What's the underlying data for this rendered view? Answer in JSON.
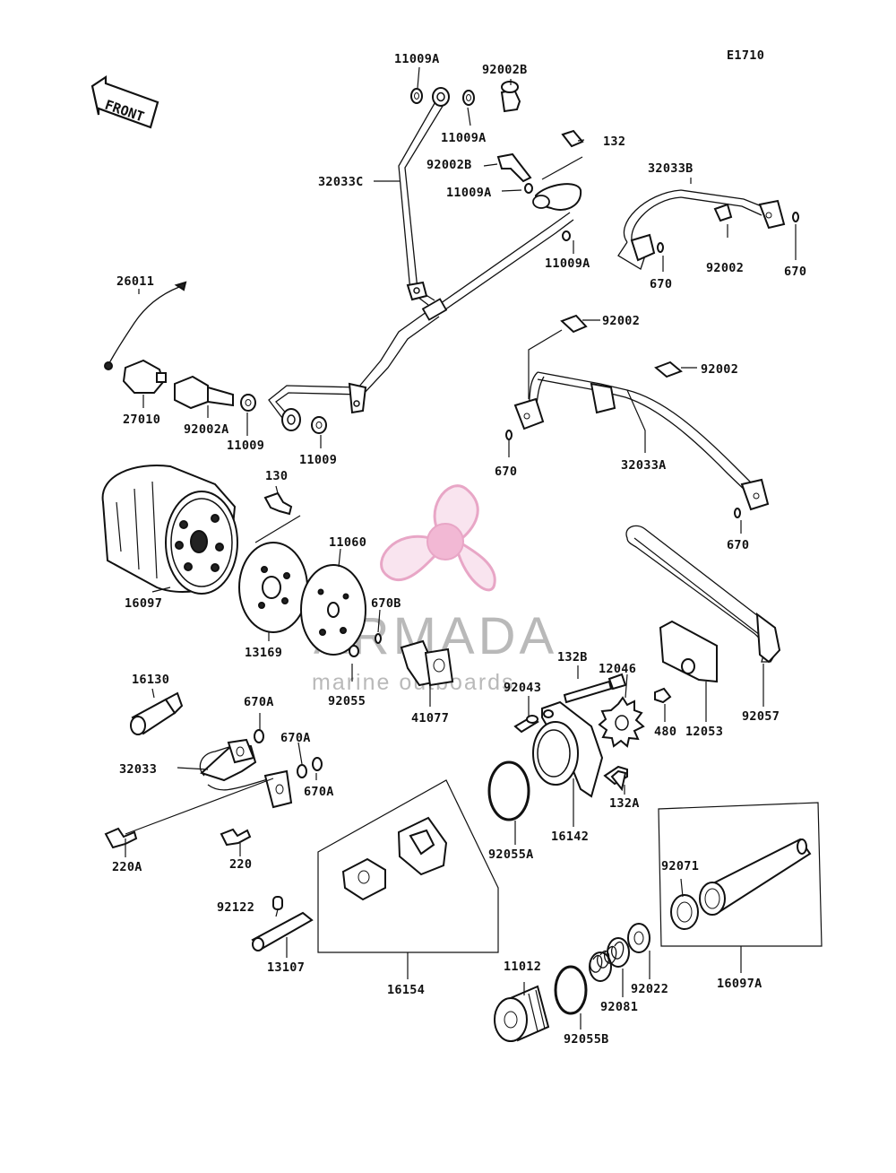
{
  "diagram_code": "E1710",
  "front_label": "FRONT",
  "watermark": {
    "brand": "ARMADA",
    "tagline": "marine outboards",
    "colors": {
      "logo": "#e8a6c6",
      "logo_center": "#f2b8d4",
      "text": "#7f7f7f"
    }
  },
  "part_labels": [
    "11009A",
    "92002B",
    "11009A",
    "132",
    "92002B",
    "11009A",
    "32033C",
    "32033B",
    "11009A",
    "92002",
    "670",
    "670",
    "26011",
    "92002",
    "92002",
    "27010",
    "92002A",
    "11009",
    "11009",
    "670",
    "32033A",
    "670",
    "130",
    "11060",
    "670B",
    "16097",
    "13169",
    "92055",
    "41077",
    "132B",
    "12046",
    "92043",
    "480",
    "12053",
    "92057",
    "16130",
    "670A",
    "670A",
    "32033",
    "670A",
    "132A",
    "16142",
    "92055A",
    "220A",
    "220",
    "92071",
    "92122",
    "13107",
    "16154",
    "11012",
    "92022",
    "92081",
    "16097A",
    "92055B"
  ]
}
